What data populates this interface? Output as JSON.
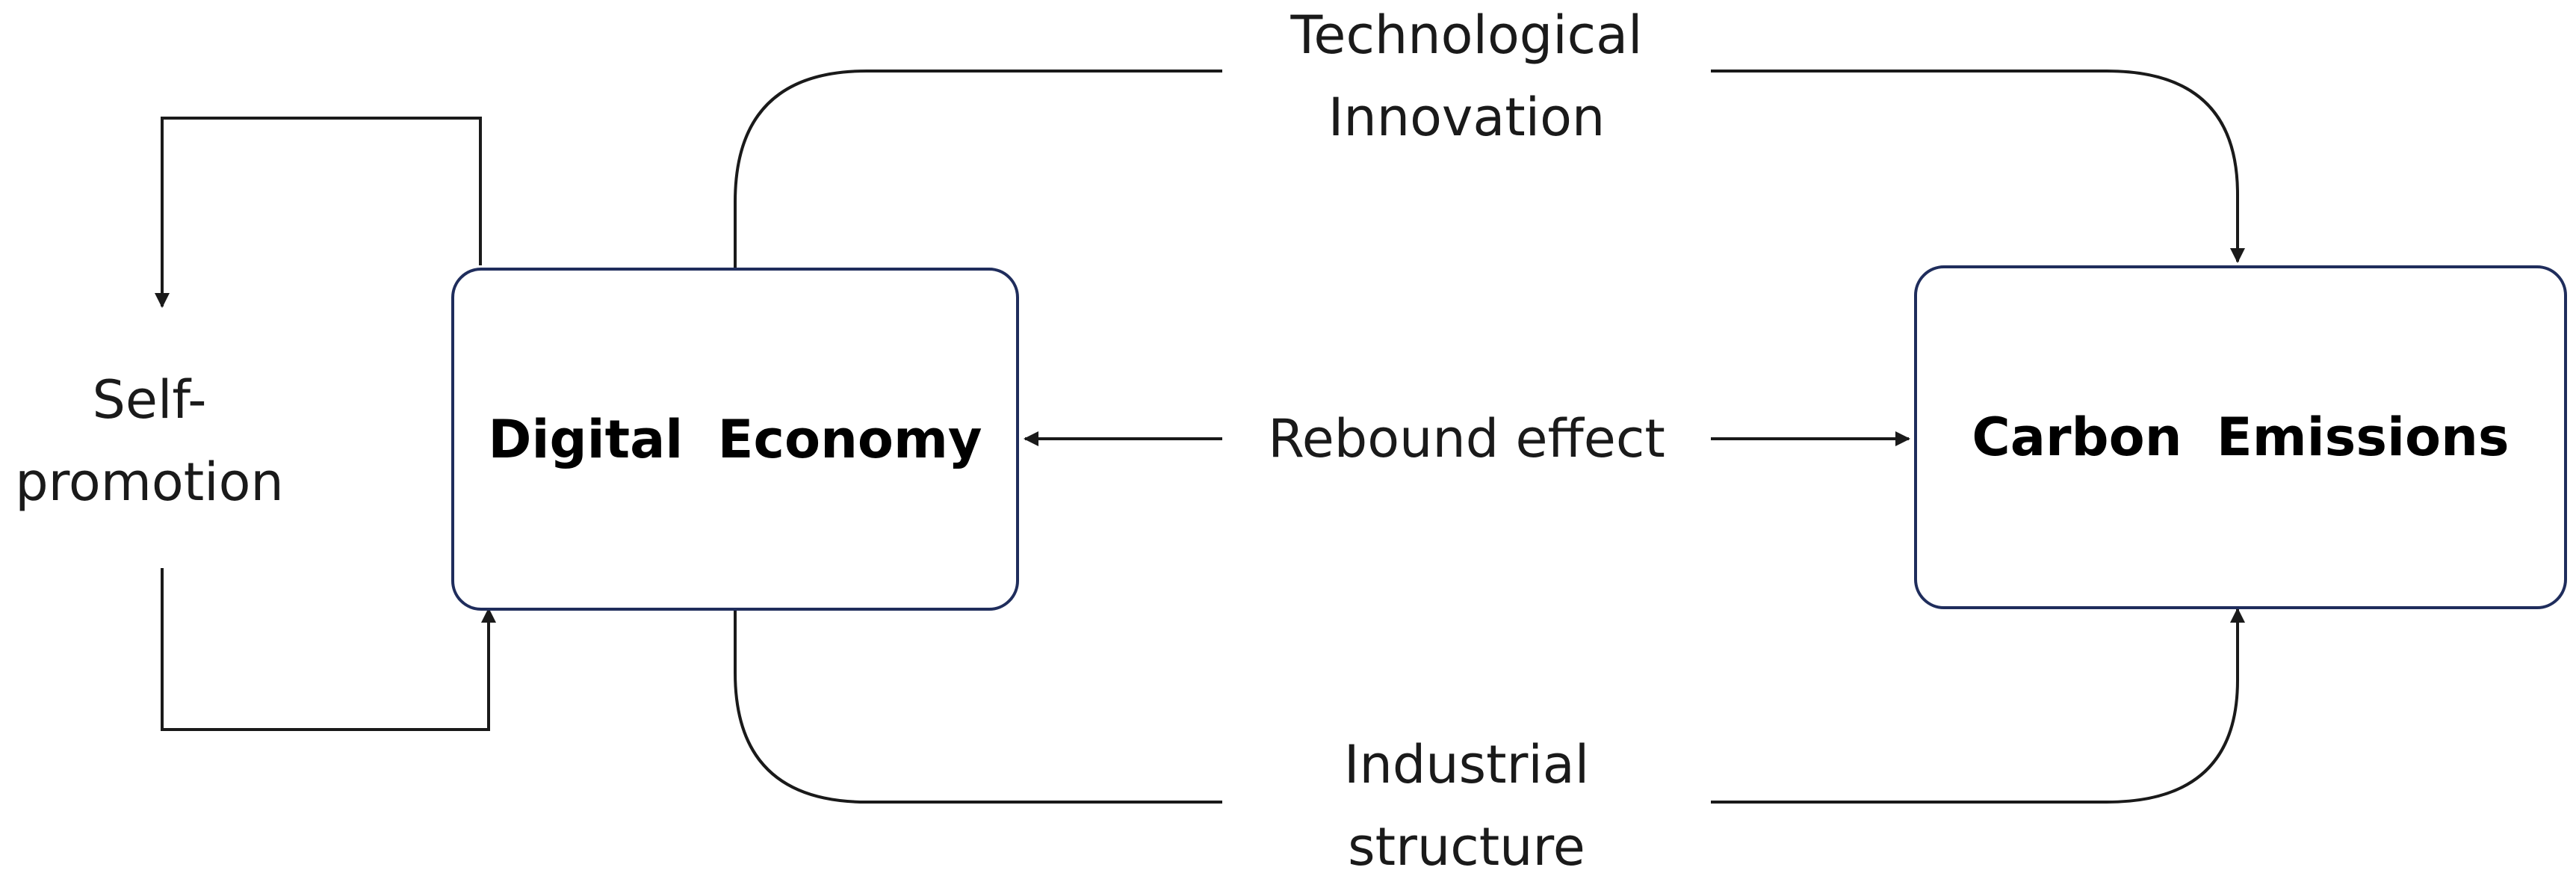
{
  "nodes": {
    "digital_economy": "Digital Economy",
    "carbon_emissions": "Carbon Emissions"
  },
  "labels": {
    "tech_line1": "Technological",
    "tech_line2": "Innovation",
    "rebound": "Rebound effect",
    "industrial_line1": "Industrial",
    "industrial_line2": "structure",
    "self_line1": "Self-",
    "self_line2": "promotion"
  },
  "colors": {
    "box_border": "#1f2d5c",
    "line": "#1a1a1a"
  }
}
